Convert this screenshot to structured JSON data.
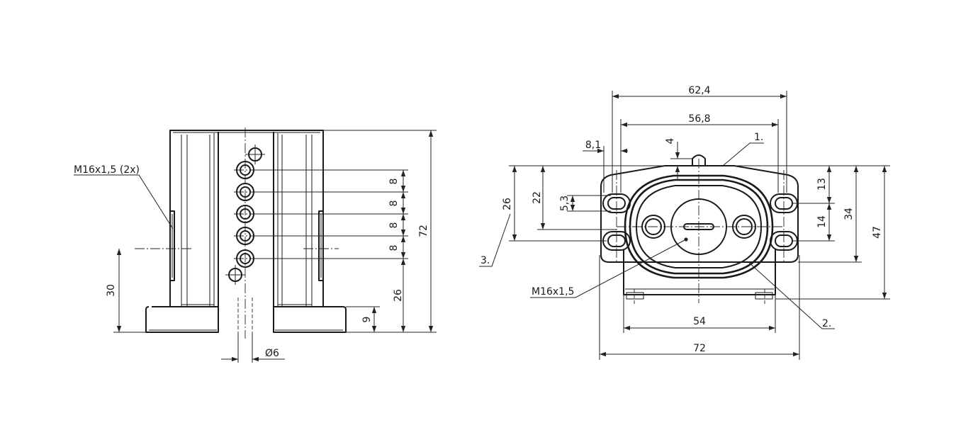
{
  "side_view": {
    "thread_label": "M16x1,5 (2x)",
    "diameter_label": "Ø6",
    "dim_pitch": "8",
    "dim_total_height": "72",
    "dim_top_hole_to_base": "26",
    "dim_base_height": "9",
    "dim_thread_height": "30"
  },
  "front_view": {
    "dim_width_62_4": "62,4",
    "dim_width_56_8": "56,8",
    "dim_8_1": "8,1",
    "dim_4": "4",
    "dim_5_3": "5,3",
    "dim_22": "22",
    "dim_26": "26",
    "dim_13": "13",
    "dim_14": "14",
    "dim_34": "34",
    "dim_47": "47",
    "dim_54": "54",
    "dim_72": "72",
    "thread_label": "M16x1,5",
    "callout_1": "1.",
    "callout_2": "2.",
    "callout_3": "3."
  }
}
